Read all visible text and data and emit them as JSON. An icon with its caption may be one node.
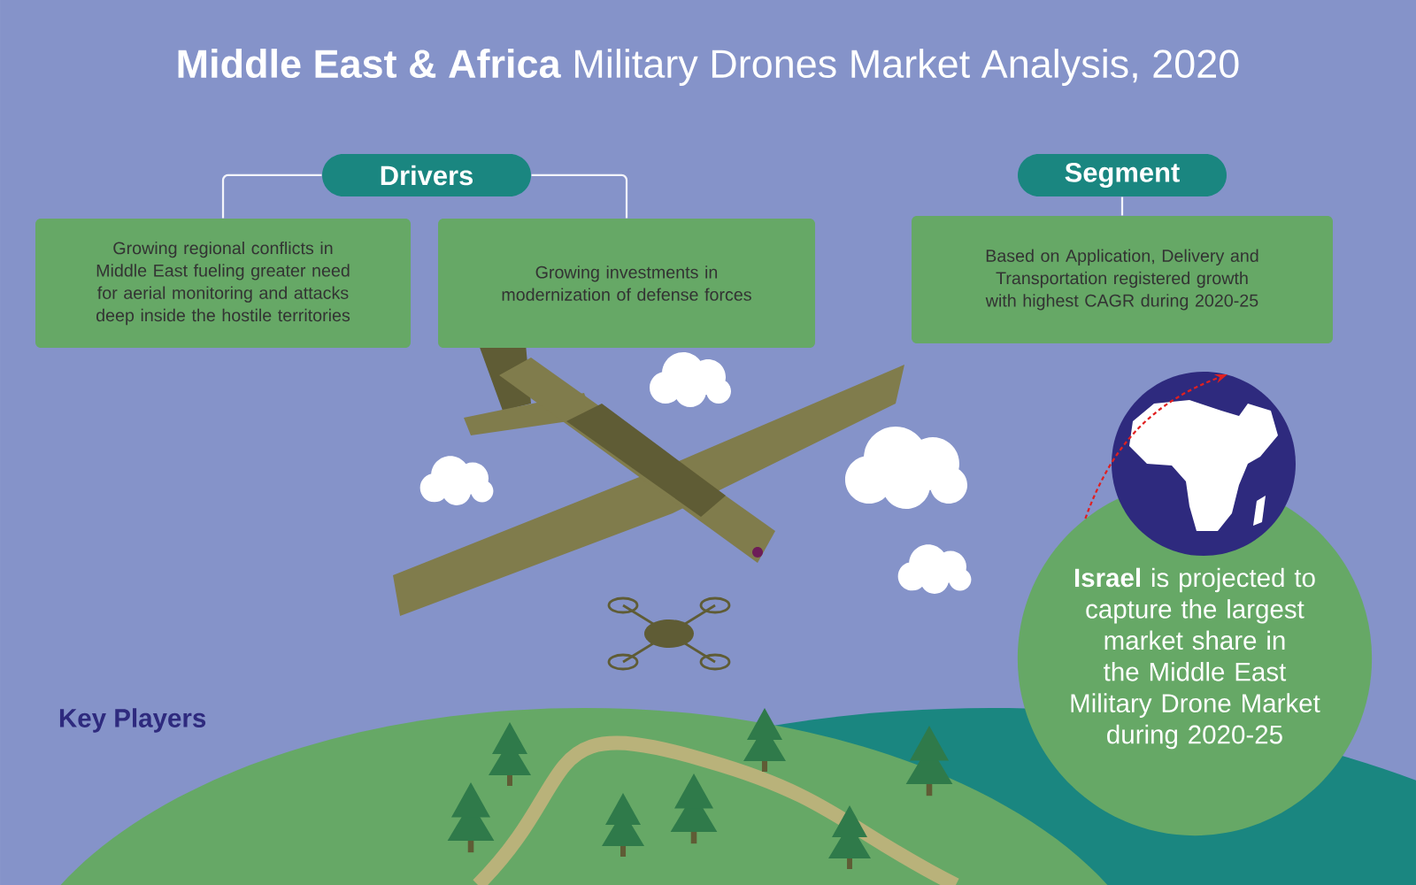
{
  "diagram": {
    "title": "**Middle East & Africa** Military Drones Market Analysis, 2020",
    "nodes": [
      {
        "text": [
          "Drivers"
        ]
      },
      {
        "text": [
          "Growing regional conflicts in Middle East fueling greater need for aerial monitoring and attacks deep inside the hostile territories"
        ]
      },
      {
        "text": [
          "Growing investments in modernization of defense forces"
        ]
      },
      {
        "text": [
          "Segment"
        ]
      },
      {
        "text": [
          "Based on Application, Delivery and Transportation registered growth with highest CAGR during 2020-25"
        ]
      },
      {
        "text": [
          "**Israel** is projected to capture the largest market share in the Middle East Military Drone Market during 2020-25"
        ]
      },
      {
        "text": [],
        "shape": "picture"
      }
    ],
    "edges": [
      {
        "from": 0,
        "to": 1,
        "arrow": "none"
      },
      {
        "from": 0,
        "to": 2,
        "arrow": "none"
      },
      {
        "from": 3,
        "to": 4,
        "arrow": "none"
      },
      {
        "from": 5,
        "to": 6,
        "arrow": "to",
        "style": "dashed",
        "color": "#e02020"
      }
    ],
    "labels": [
      "Key Players"
    ]
  }
}
